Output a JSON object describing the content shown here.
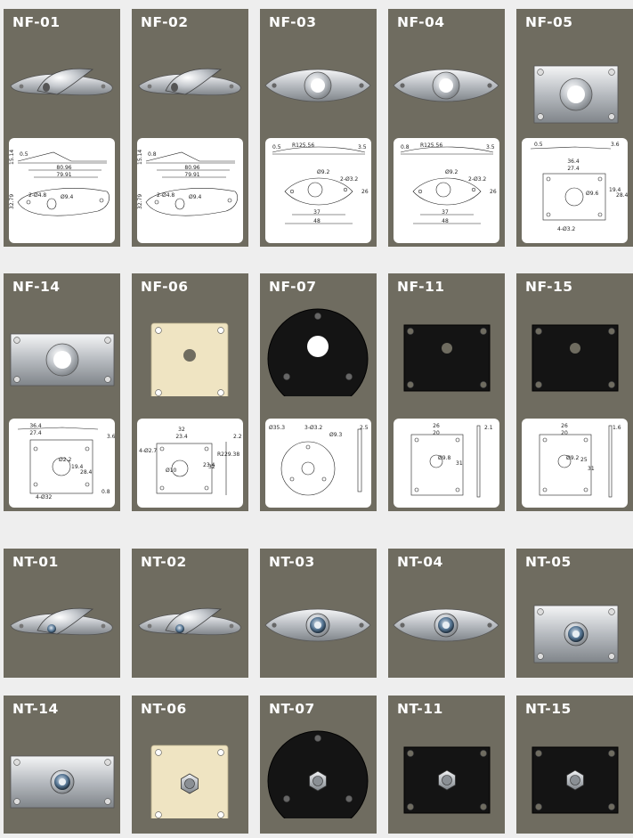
{
  "rows": [
    {
      "tiles": [
        {
          "code": "NF-01",
          "shape": "strat",
          "labels": [
            "0.5",
            "80.96",
            "79.91",
            "2-Ø4.8",
            "Ø9.4",
            "32.79",
            "15.14"
          ]
        },
        {
          "code": "NF-02",
          "shape": "strat",
          "labels": [
            "0.8",
            "80.96",
            "79.91",
            "2-Ø4.8",
            "Ø9.4",
            "32.79",
            "15.14"
          ]
        },
        {
          "code": "NF-03",
          "shape": "oval",
          "labels": [
            "0.5",
            "R125.56",
            "3.5",
            "Ø9.2",
            "2-Ø3.2",
            "37",
            "48",
            "26"
          ]
        },
        {
          "code": "NF-04",
          "shape": "oval",
          "labels": [
            "0.8",
            "R125.56",
            "3.5",
            "Ø9.2",
            "2-Ø3.2",
            "37",
            "48",
            "26"
          ]
        },
        {
          "code": "NF-05",
          "shape": "squarecup",
          "labels": [
            "0.5",
            "3.6",
            "36.4",
            "27.4",
            "Ø9.6",
            "19.4",
            "28.4",
            "4-Ø3.2"
          ]
        }
      ]
    },
    {
      "tiles": [
        {
          "code": "NF-14",
          "shape": "rectcup",
          "labels": [
            "36.4",
            "27.4",
            "3.6",
            "Ø2.2",
            "19.4",
            "28.4",
            "4-Ø32",
            "0.8"
          ]
        },
        {
          "code": "NF-06",
          "shape": "cream",
          "labels": [
            "32",
            "23.4",
            "2.2",
            "4-Ø2.7",
            "Ø10",
            "R229.38",
            "23.4",
            "32"
          ]
        },
        {
          "code": "NF-07",
          "shape": "round",
          "labels": [
            "Ø35.3",
            "3-Ø3.2",
            "Ø9.3",
            "2.5"
          ]
        },
        {
          "code": "NF-11",
          "shape": "blackrect",
          "labels": [
            "26",
            "20",
            "2.1",
            "Ø9.8",
            "31"
          ]
        },
        {
          "code": "NF-15",
          "shape": "blackrect",
          "labels": [
            "26",
            "20",
            "1.6",
            "Ø9.2",
            "25",
            "31"
          ]
        }
      ]
    },
    {
      "tiles": [
        {
          "code": "NT-01",
          "shape": "strat"
        },
        {
          "code": "NT-02",
          "shape": "strat"
        },
        {
          "code": "NT-03",
          "shape": "oval"
        },
        {
          "code": "NT-04",
          "shape": "oval"
        },
        {
          "code": "NT-05",
          "shape": "squarecup"
        }
      ]
    },
    {
      "tiles": [
        {
          "code": "NT-14",
          "shape": "rectcup"
        },
        {
          "code": "NT-06",
          "shape": "cream"
        },
        {
          "code": "NT-07",
          "shape": "round"
        },
        {
          "code": "NT-11",
          "shape": "blackrect"
        },
        {
          "code": "NT-15",
          "shape": "blackrect"
        }
      ]
    }
  ],
  "colors": {
    "tile_bg": "#6f6c60",
    "page_bg": "#eeeeee",
    "chrome": "#c9ccd0",
    "black_plate": "#141414",
    "cream_plate": "#efe4c2"
  }
}
